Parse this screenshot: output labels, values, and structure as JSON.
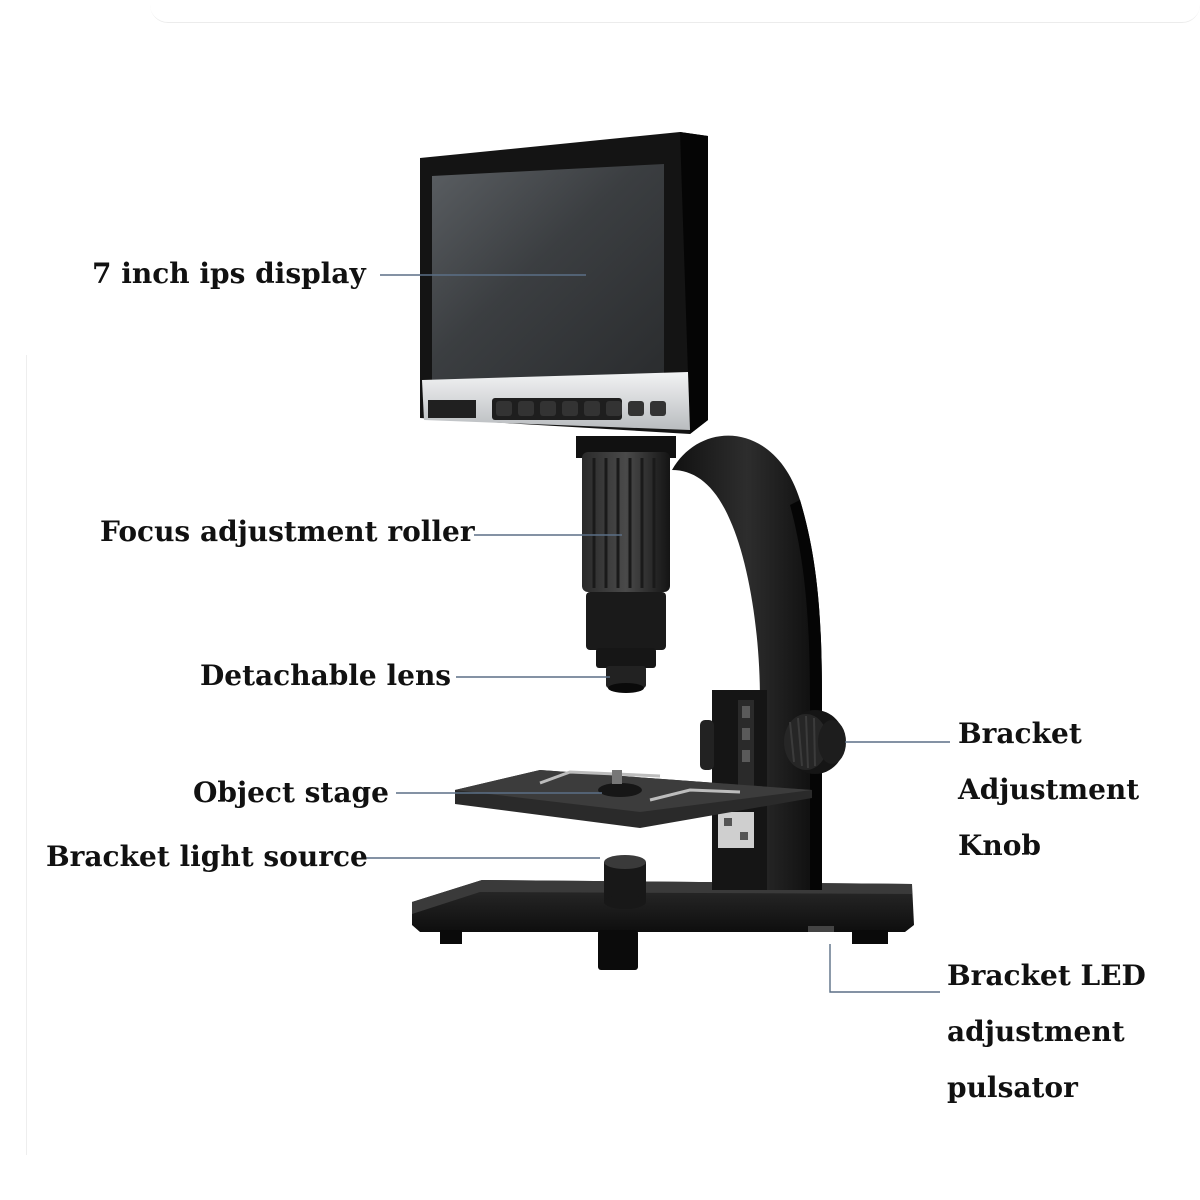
{
  "labels": {
    "display": "7 inch ips display",
    "focus_roller": "Focus adjustment roller",
    "lens": "Detachable lens",
    "stage": "Object stage",
    "light_source": "Bracket light source",
    "knob_lines": [
      "Bracket",
      "Adjustment",
      "Knob"
    ],
    "led_lines": [
      "Bracket LED",
      "adjustment",
      "pulsator"
    ]
  },
  "colors": {
    "body": "#1b1b1b",
    "screen": "#3a3d40",
    "bezel_trim": "#d7d9db",
    "leader_line": "#5b6f86",
    "text": "#111111"
  }
}
